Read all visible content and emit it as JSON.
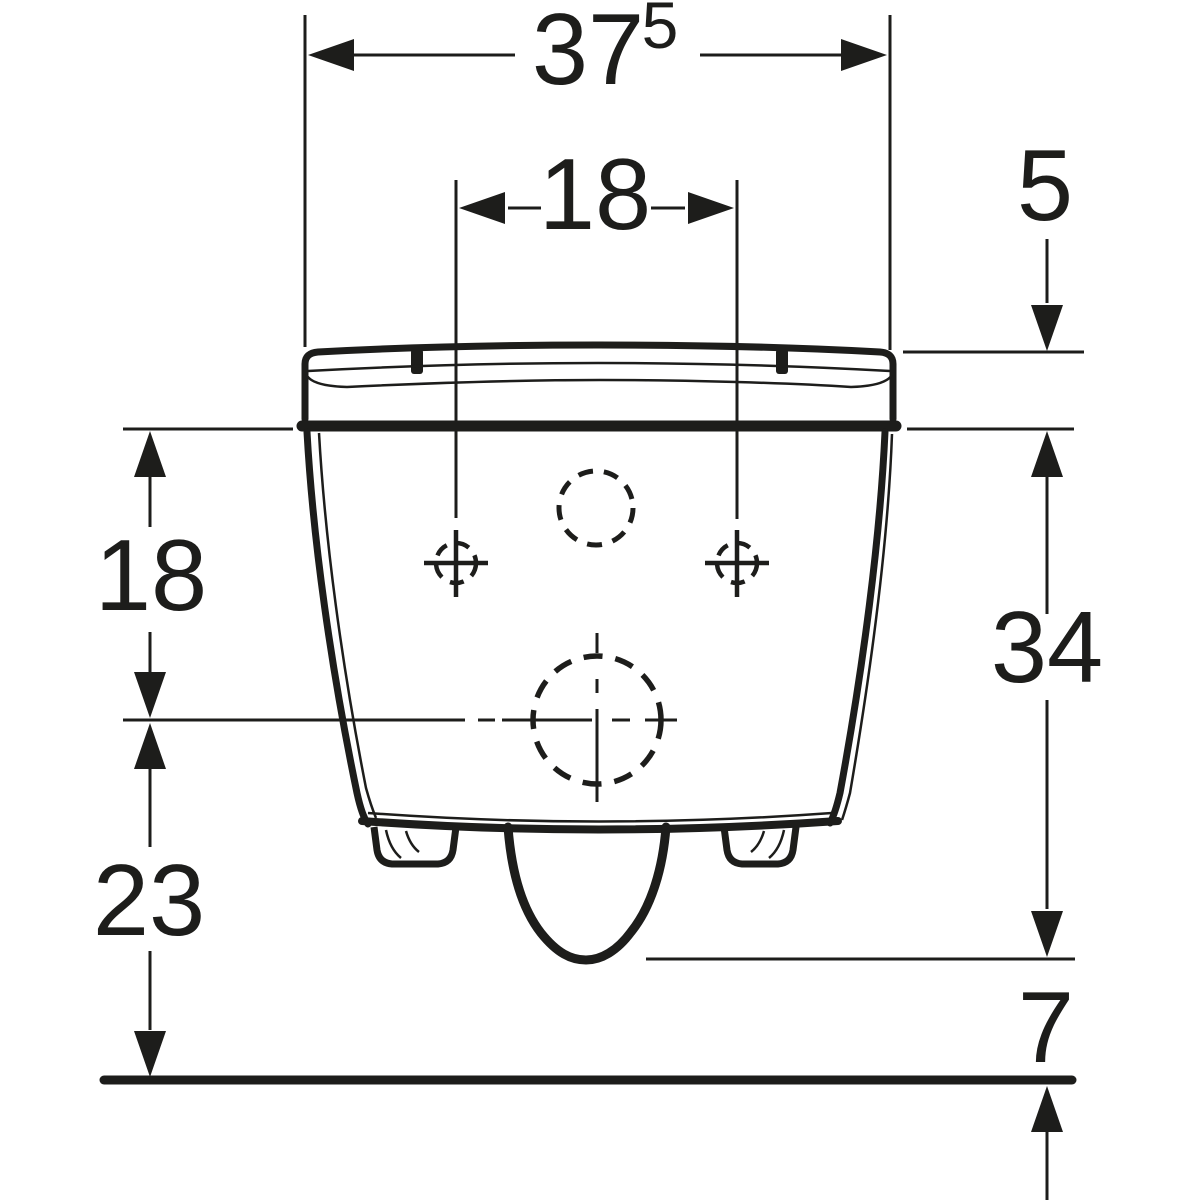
{
  "drawing": {
    "kind": "wall-hung-wc-front-dimension-drawing",
    "colors": {
      "ink": "#1d1d1b",
      "background": "#ffffff"
    },
    "dims": {
      "overall_width_main": "37",
      "overall_width_sup": "5",
      "hole_spacing_top": "18",
      "lid_height_right": "5",
      "upper_height_left": "18",
      "side_height_right": "34",
      "lower_height_left": "23",
      "outlet_floor_clearance": "7"
    }
  }
}
